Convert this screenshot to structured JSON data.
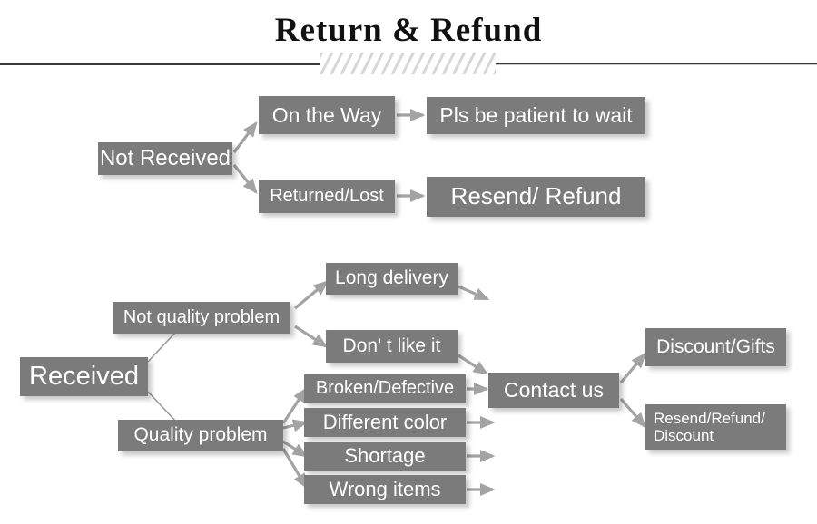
{
  "header": {
    "title": "Return & Refund",
    "divider_icon": "diagonal-hatch-divider"
  },
  "colors": {
    "node_fill": "#7b7b7b",
    "node_text": "#ffffff",
    "arrow": "#a3a3a3",
    "title_text": "#111111",
    "rule": "#3a3a3a"
  },
  "flow_not_received": {
    "root": "Not Received",
    "branches": [
      {
        "condition": "On the Way",
        "outcome": "Pls be patient to wait"
      },
      {
        "condition": "Returned/Lost",
        "outcome": "Resend/ Refund"
      }
    ]
  },
  "flow_received": {
    "root": "Received",
    "categories": [
      {
        "label": "Not quality problem",
        "reasons": [
          "Long delivery",
          "Don'  t like it"
        ]
      },
      {
        "label": "Quality problem",
        "reasons": [
          "Broken/Defective",
          "Different color",
          "Shortage",
          "Wrong items"
        ]
      }
    ],
    "hub": "Contact us",
    "resolutions": [
      "Discount/Gifts",
      "Resend/Refund/\nDiscount"
    ],
    "resolution_lines": [
      [
        "Discount/Gifts"
      ],
      [
        "Resend/Refund/",
        "Discount"
      ]
    ]
  }
}
